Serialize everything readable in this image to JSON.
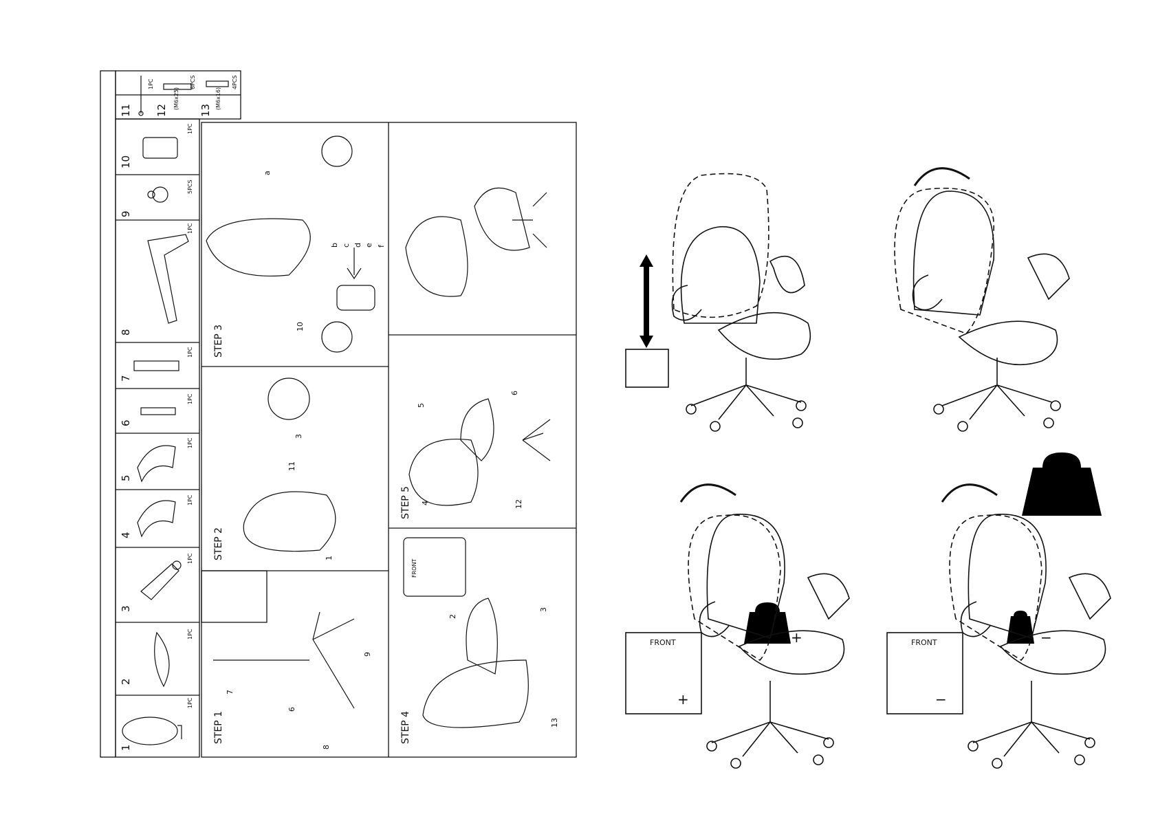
{
  "parts": [
    {
      "num": "1",
      "qty": "1PC"
    },
    {
      "num": "2",
      "qty": "1PC"
    },
    {
      "num": "3",
      "qty": "1PC"
    },
    {
      "num": "4",
      "qty": "1PC"
    },
    {
      "num": "5",
      "qty": "1PC"
    },
    {
      "num": "6",
      "qty": "1PC"
    },
    {
      "num": "7",
      "qty": "1PC"
    },
    {
      "num": "8",
      "qty": "1PC"
    },
    {
      "num": "9",
      "qty": "5PCS"
    },
    {
      "num": "10",
      "qty": "1PC"
    }
  ],
  "fasteners": [
    {
      "num": "11",
      "size": "",
      "qty": "1PC"
    },
    {
      "num": "12",
      "size": "(M6x25)",
      "qty": "6PCS"
    },
    {
      "num": "13",
      "size": "(M6x16)",
      "qty": "4PCS"
    }
  ],
  "steps": {
    "step1": {
      "label": "STEP 1",
      "callouts": [
        "7",
        "6",
        "8",
        "9"
      ]
    },
    "step2": {
      "label": "STEP 2",
      "callouts": [
        "3",
        "11",
        "1"
      ]
    },
    "step3": {
      "label": "STEP 3",
      "callouts": [
        "a",
        "b",
        "c",
        "d",
        "e",
        "f",
        "10"
      ]
    },
    "step4": {
      "label": "STEP 4",
      "callouts": [
        "2",
        "3",
        "13"
      ],
      "front_label": "FRONT"
    },
    "step5": {
      "label": "STEP 5",
      "callouts": [
        "5",
        "6",
        "4",
        "12"
      ]
    }
  },
  "adjustments": {
    "front_label_1": "FRONT",
    "front_label_2": "FRONT",
    "plus": "+",
    "minus": "−"
  },
  "colors": {
    "line": "#111111",
    "background": "#ffffff",
    "fill": "#000000"
  },
  "icons": [
    "arrow-up-down-icon",
    "lever-icon",
    "weight-icon",
    "rotate-arrow-icon"
  ]
}
